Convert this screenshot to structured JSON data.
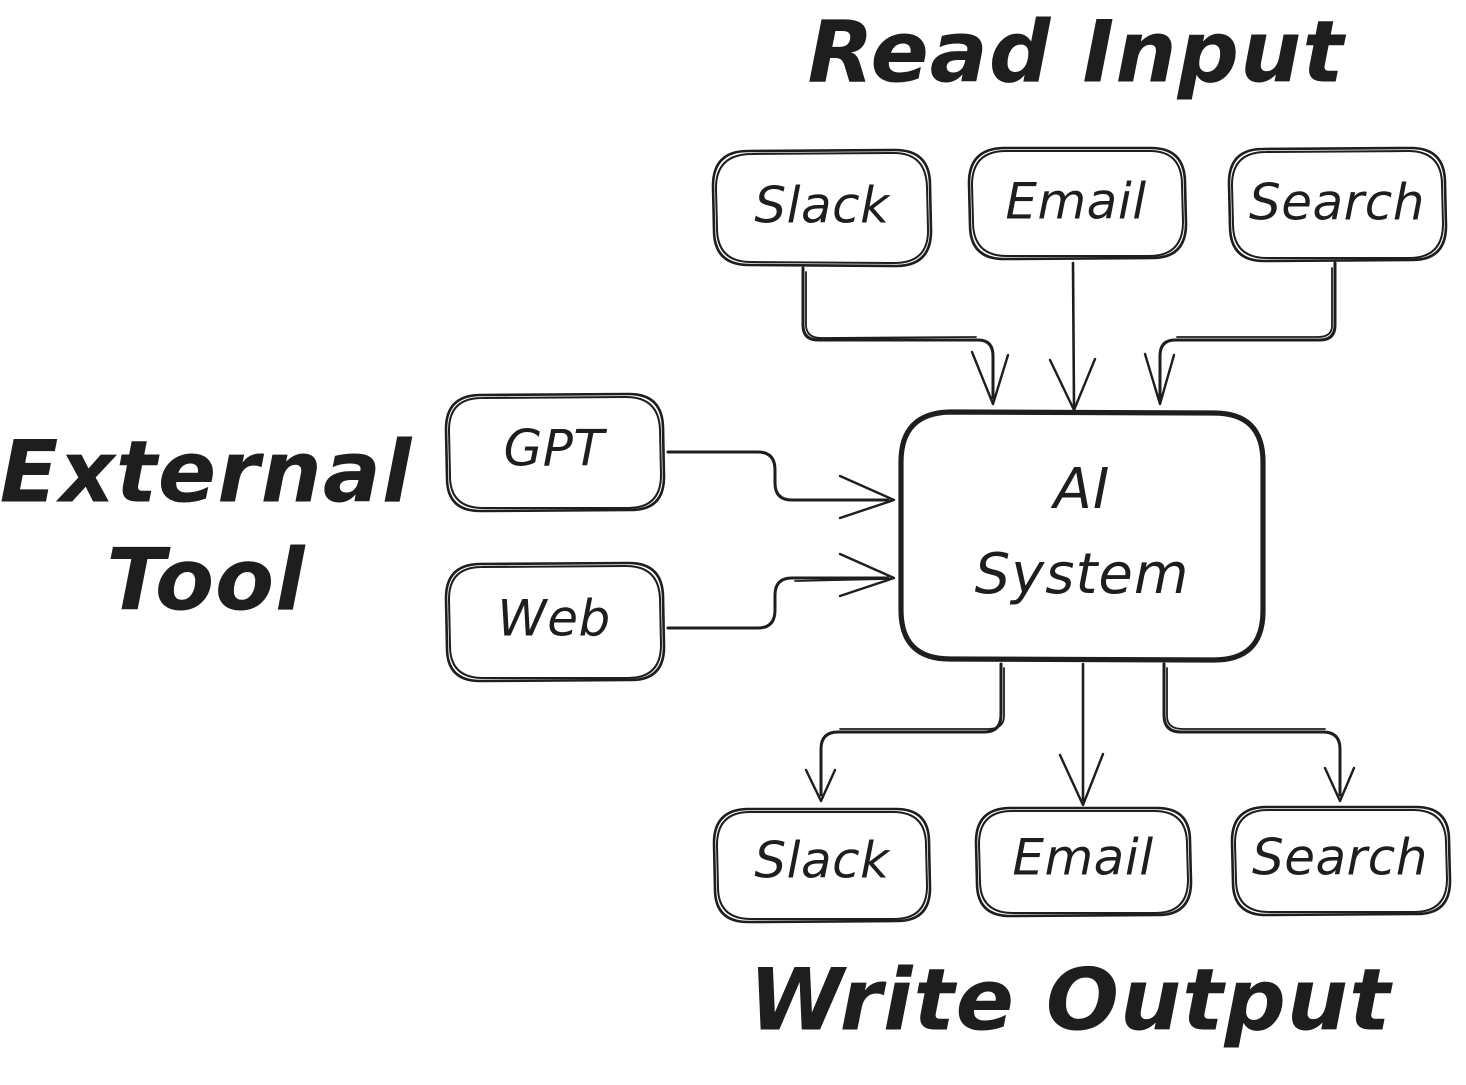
{
  "diagram": {
    "title_read": "Read Input",
    "title_write": "Write Output",
    "title_external_line1": "External",
    "title_external_line2": "Tool",
    "ink_color": "#1e1e1e",
    "background_color": "#ffffff",
    "style": "hand-drawn"
  },
  "read_input": {
    "label": "Read Input",
    "nodes": [
      {
        "label": "Slack"
      },
      {
        "label": "Email"
      },
      {
        "label": "Search"
      }
    ]
  },
  "external_tool": {
    "label_line1": "External",
    "label_line2": "Tool",
    "nodes": [
      {
        "label": "GPT"
      },
      {
        "label": "Web"
      }
    ]
  },
  "center": {
    "line1": "AI",
    "line2": "System"
  },
  "write_output": {
    "label": "Write Output",
    "nodes": [
      {
        "label": "Slack"
      },
      {
        "label": "Email"
      },
      {
        "label": "Search"
      }
    ]
  },
  "edges": [
    {
      "from": "Slack",
      "to": "AI System",
      "direction": "down"
    },
    {
      "from": "Email",
      "to": "AI System",
      "direction": "down"
    },
    {
      "from": "Search",
      "to": "AI System",
      "direction": "down"
    },
    {
      "from": "GPT",
      "to": "AI System",
      "direction": "right"
    },
    {
      "from": "Web",
      "to": "AI System",
      "direction": "right"
    },
    {
      "from": "AI System",
      "to": "Slack",
      "direction": "down"
    },
    {
      "from": "AI System",
      "to": "Email",
      "direction": "down"
    },
    {
      "from": "AI System",
      "to": "Search",
      "direction": "down"
    }
  ]
}
